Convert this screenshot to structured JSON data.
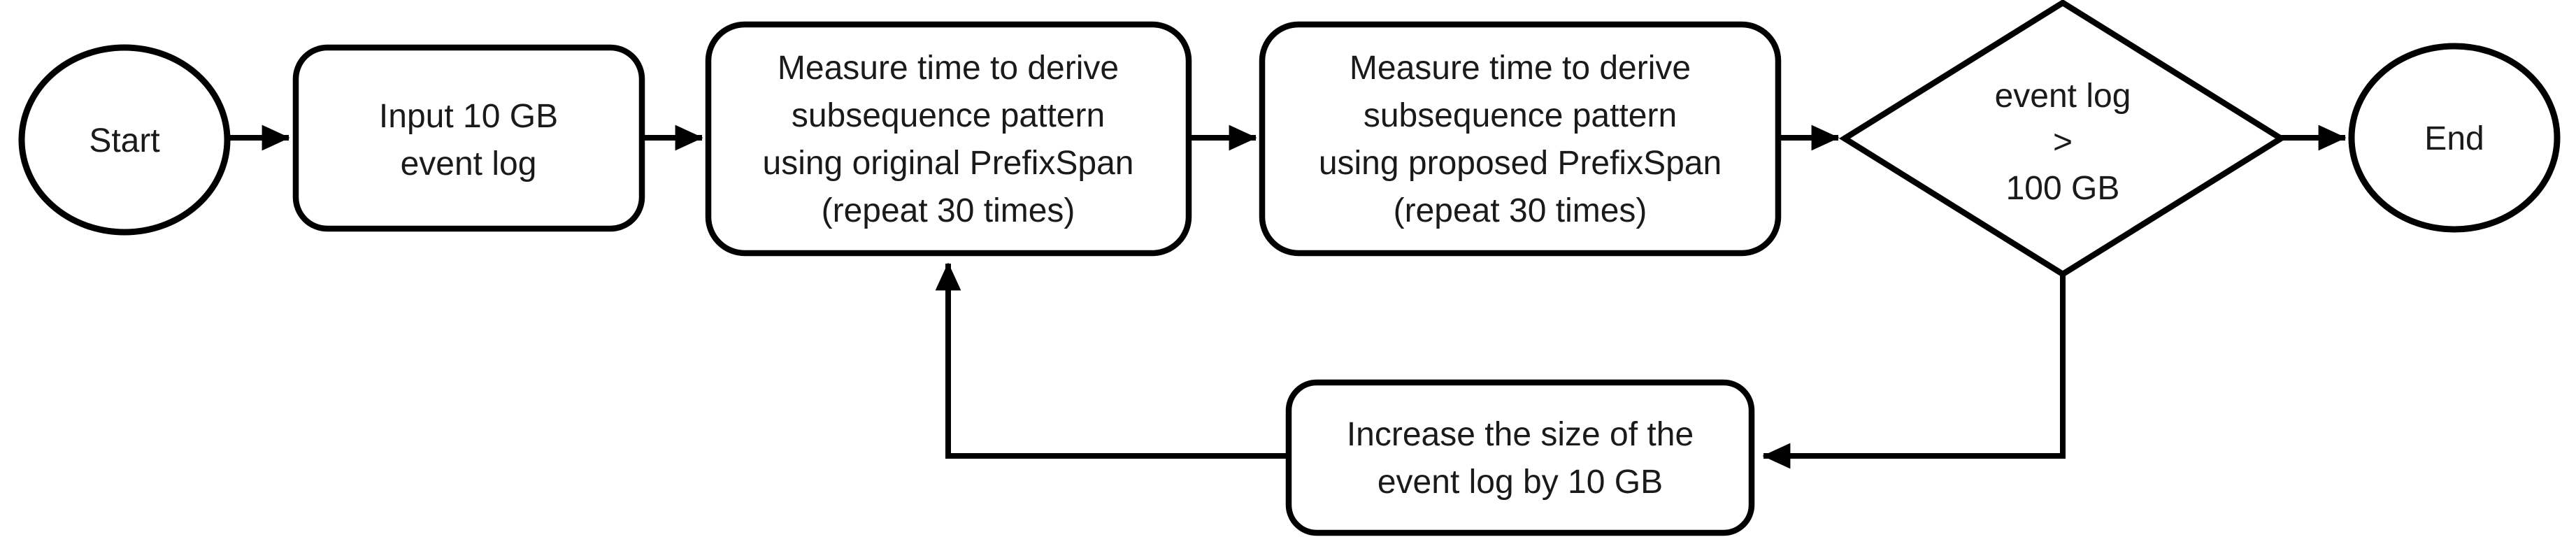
{
  "diagram": {
    "kind": "flowchart",
    "colors": {
      "background": "#ffffff",
      "shape_fill": "#ffffff",
      "stroke": "#000000",
      "text": "#1a1a1a"
    },
    "nodes": {
      "start": {
        "shape": "terminator-oval",
        "label": "Start"
      },
      "input": {
        "shape": "process-rounded-rect",
        "lines": [
          "Input 10 GB",
          "event log"
        ]
      },
      "measure_original": {
        "shape": "process-rounded-rect",
        "lines": [
          "Measure time to derive",
          "subsequence pattern",
          "using original PrefixSpan",
          "(repeat 30 times)"
        ]
      },
      "measure_proposed": {
        "shape": "process-rounded-rect",
        "lines": [
          "Measure time to derive",
          "subsequence pattern",
          "using proposed PrefixSpan",
          "(repeat 30 times)"
        ]
      },
      "decision": {
        "shape": "decision-diamond",
        "lines": [
          "event log",
          ">",
          "100 GB"
        ]
      },
      "end": {
        "shape": "terminator-oval",
        "label": "End"
      },
      "increase": {
        "shape": "process-rounded-rect",
        "lines": [
          "Increase the size of the",
          "event log by 10 GB"
        ]
      }
    },
    "edges": [
      {
        "from": "start",
        "to": "input"
      },
      {
        "from": "input",
        "to": "measure_original"
      },
      {
        "from": "measure_original",
        "to": "measure_proposed"
      },
      {
        "from": "measure_proposed",
        "to": "decision"
      },
      {
        "from": "decision",
        "to": "end"
      },
      {
        "from": "decision",
        "to": "increase"
      },
      {
        "from": "increase",
        "to": "measure_original"
      }
    ]
  }
}
